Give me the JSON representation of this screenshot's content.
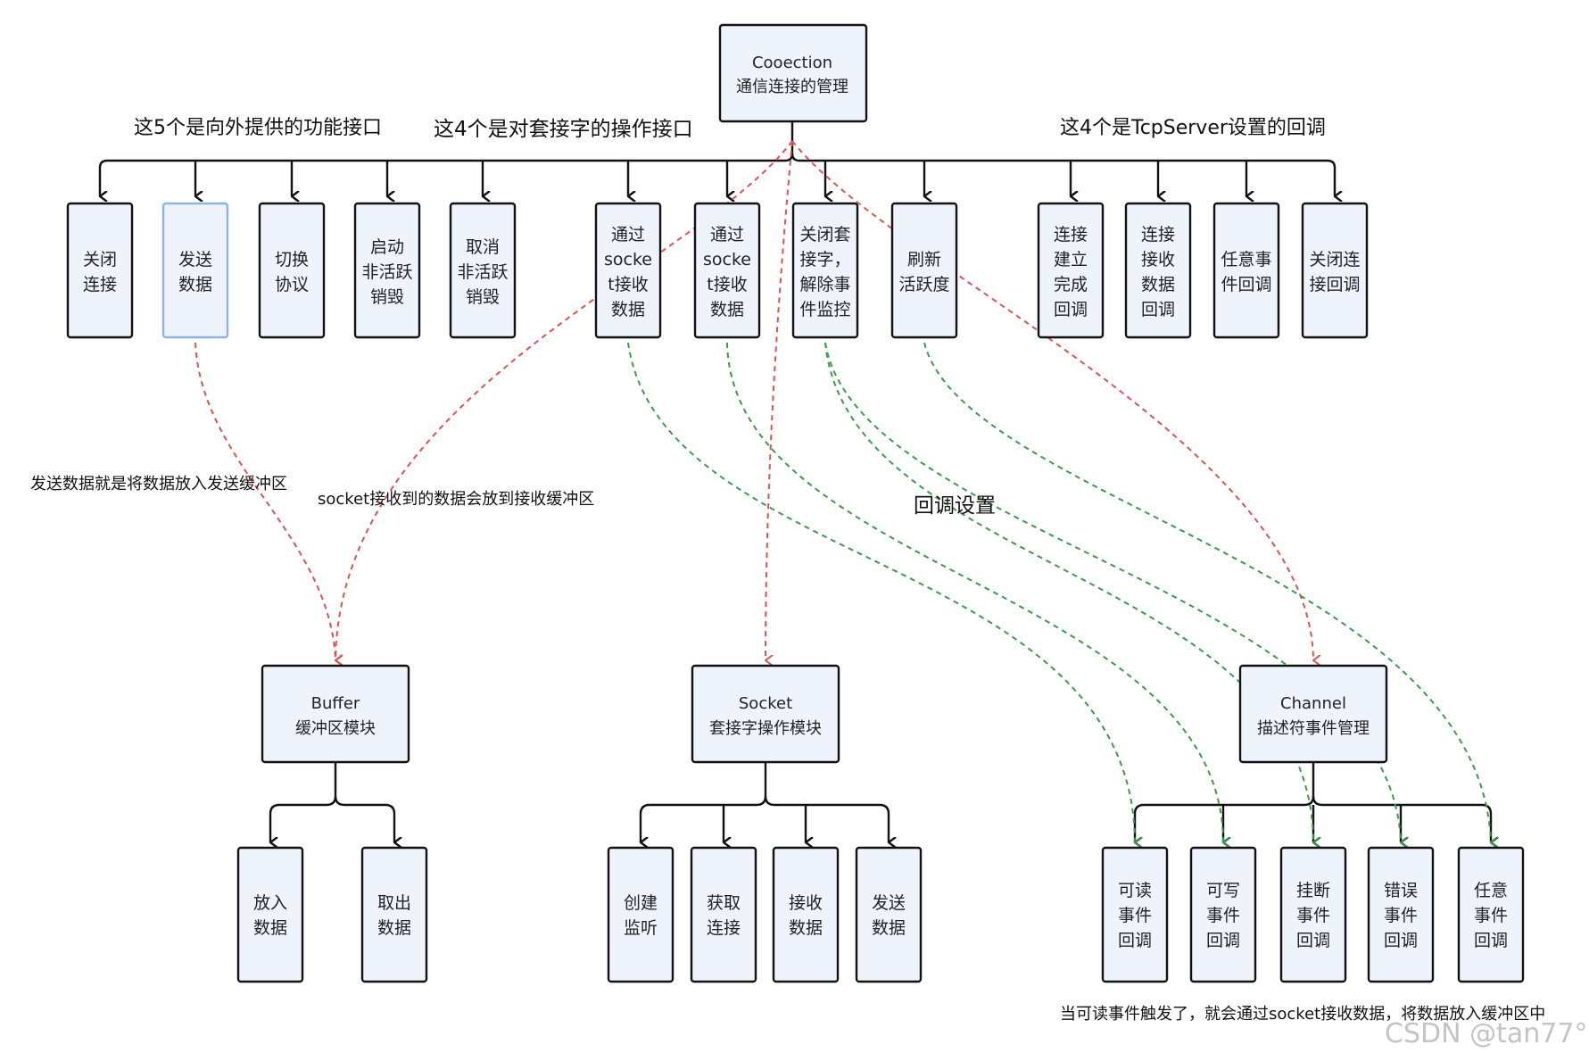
{
  "nodes": {
    "connection": [
      "Cooection",
      "通信连接的管理"
    ],
    "close": [
      "关闭",
      "连接"
    ],
    "send": [
      "发送",
      "数据"
    ],
    "switch": [
      "切换",
      "协议"
    ],
    "enable_inactive": [
      "启动",
      "非活跃",
      "销毁"
    ],
    "cancel_inactive": [
      "取消",
      "非活跃",
      "销毁"
    ],
    "sock_recv": [
      "通过",
      "socke",
      "t接收",
      "数据"
    ],
    "sock_send": [
      "通过",
      "socke",
      "t接收",
      "数据"
    ],
    "close_sock": [
      "关闭套",
      "接字，",
      "解除事",
      "件监控"
    ],
    "refresh": [
      "刷新",
      "活跃度"
    ],
    "cb_established": [
      "连接",
      "建立",
      "完成",
      "回调"
    ],
    "cb_message": [
      "连接",
      "接收",
      "数据",
      "回调"
    ],
    "cb_any": [
      "任意事",
      "件回调"
    ],
    "cb_closed": [
      "关闭连",
      "接回调"
    ],
    "buffer": [
      "Buffer",
      "缓冲区模块"
    ],
    "socket": [
      "Socket",
      "套接字操作模块"
    ],
    "channel": [
      "Channel",
      "描述符事件管理"
    ],
    "buf_put": [
      "放入",
      "数据"
    ],
    "buf_get": [
      "取出",
      "数据"
    ],
    "s_create": [
      "创建",
      "监听"
    ],
    "s_accept": [
      "获取",
      "连接"
    ],
    "s_recv": [
      "接收",
      "数据"
    ],
    "s_send": [
      "发送",
      "数据"
    ],
    "ch_read": [
      "可读",
      "事件",
      "回调"
    ],
    "ch_write": [
      "可写",
      "事件",
      "回调"
    ],
    "ch_close": [
      "挂断",
      "事件",
      "回调"
    ],
    "ch_error": [
      "错误",
      "事件",
      "回调"
    ],
    "ch_any": [
      "任意",
      "事件",
      "回调"
    ]
  },
  "annotations": {
    "five_api": "这5个是向外提供的功能接口",
    "four_sock": "这4个是对套接字的操作接口",
    "four_cb": "这4个是TcpServer设置的回调",
    "send_note": "发送数据就是将数据放入发送缓冲区",
    "recv_note": "socket接收到的数据会放到接收缓冲区",
    "cb_setting": "回调设置",
    "read_note": "当可读事件触发了，就会通过socket接收数据，将数据放入缓冲区中"
  },
  "watermark": "CSDN @tan77°",
  "colors": {
    "node_fill": "#eef3fc",
    "node_border": "#111111",
    "highlight_border": "#8fb3e8",
    "red_link": "#e05252",
    "green_link": "#3d9a4c"
  }
}
